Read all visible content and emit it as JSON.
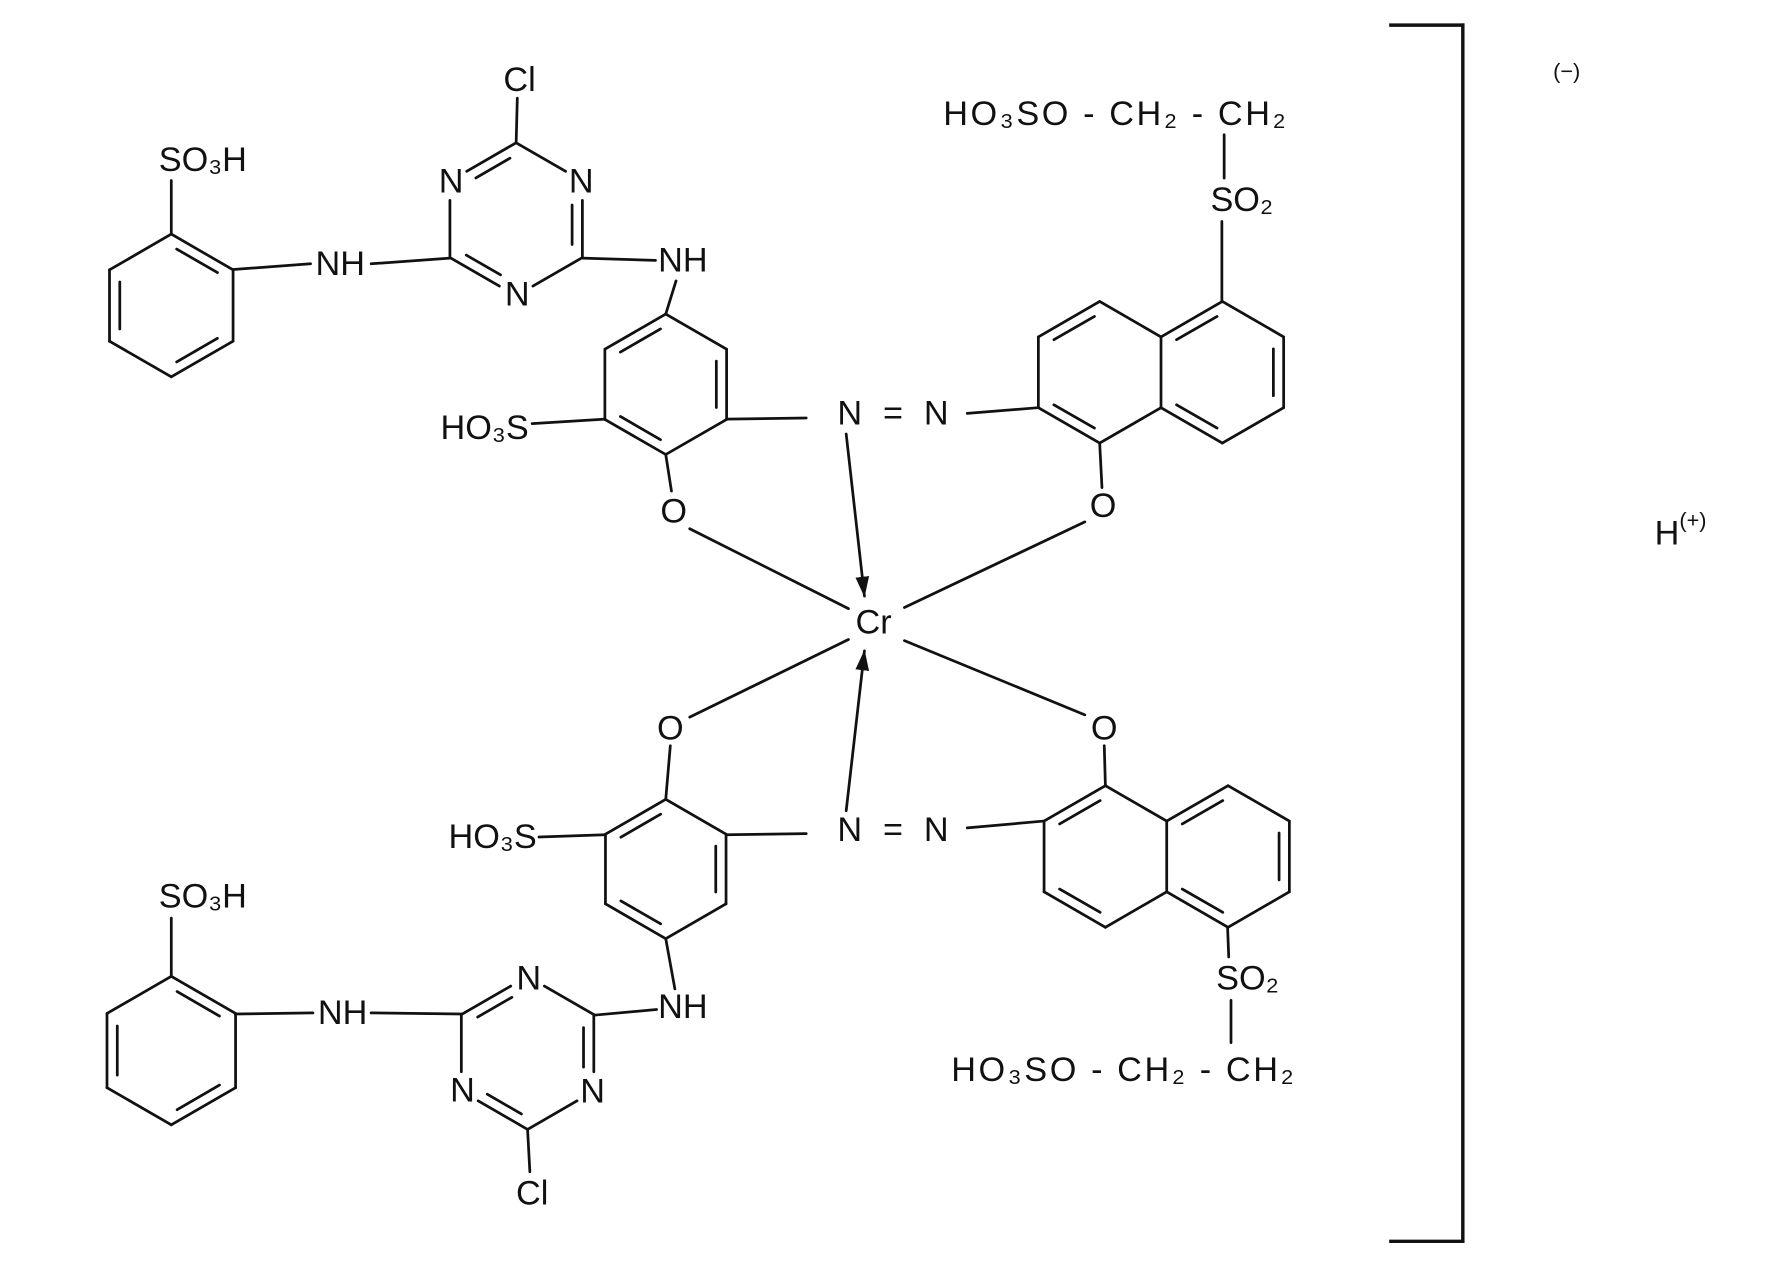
{
  "colors": {
    "ink": "#111111",
    "background": "#ffffff"
  },
  "diagram": {
    "metal": "Cr",
    "complex_charge": "(−)",
    "counter_ion": {
      "symbol": "H",
      "charge": "(+)"
    },
    "upper_ligand": {
      "phenyl_sulfo": "SO₃H",
      "anilino_nh": "NH",
      "triazine": {
        "chloro": "Cl",
        "n_left": "N",
        "n_right": "N",
        "n_bottom": "N"
      },
      "amino_nh": "NH",
      "ring_sulfo": "HO₃S",
      "phenoxide_o": "O",
      "azo": "N = N",
      "naphthoxide_o": "O",
      "sulfonyl": "SO₂",
      "sulfatoethyl": "HO₃SO - CH₂ - CH₂"
    },
    "lower_ligand": {
      "phenyl_sulfo": "SO₃H",
      "anilino_nh": "NH",
      "triazine": {
        "chloro": "Cl",
        "n_top": "N",
        "n_left": "N",
        "n_right": "N"
      },
      "amino_nh": "NH",
      "ring_sulfo": "HO₃S",
      "phenoxide_o": "O",
      "azo": "N = N",
      "naphthoxide_o": "O",
      "sulfonyl": "SO₂",
      "sulfatoethyl": "HO₃SO - CH₂ - CH₂"
    }
  }
}
